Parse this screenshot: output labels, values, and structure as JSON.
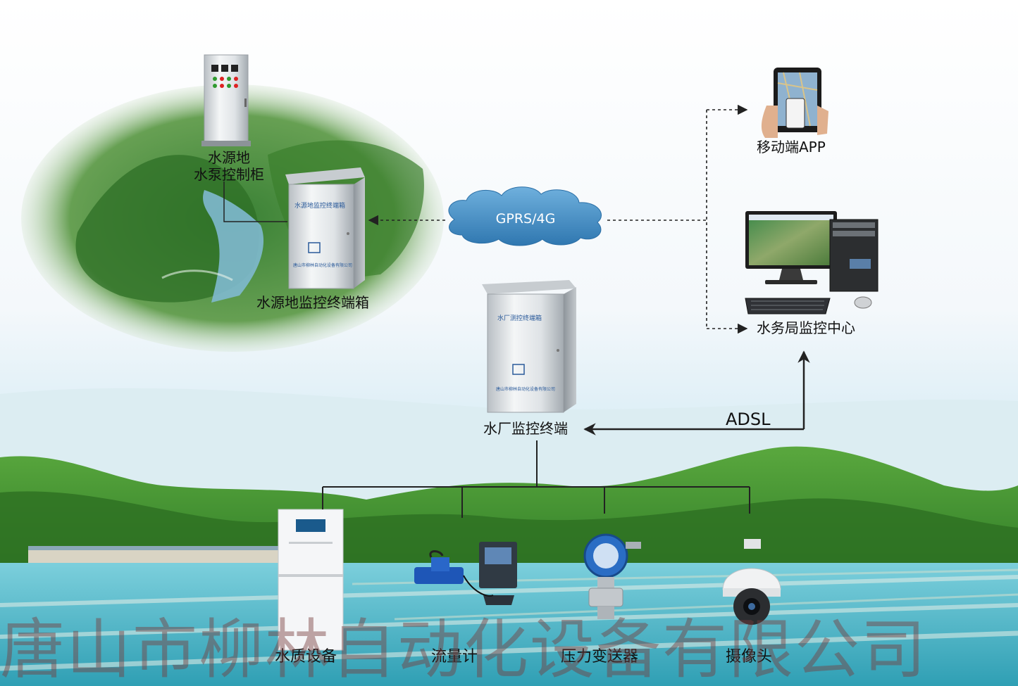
{
  "nodes": {
    "pump_cabinet": {
      "line1": "水源地",
      "line2": "水泵控制柜"
    },
    "source_terminal": {
      "label": "水源地监控终端箱",
      "panel_title": "水源地监控终端箱",
      "panel_company": "唐山市柳林自动化设备有限公司"
    },
    "network_cloud": {
      "label": "GPRS/4G"
    },
    "mobile_app": {
      "label": "移动端APP"
    },
    "monitor_center": {
      "label": "水务局监控中心"
    },
    "plant_terminal": {
      "label": "水厂监控终端",
      "panel_title": "水厂测控终端箱",
      "panel_company": "唐山市柳林自动化设备有限公司"
    },
    "adsl": {
      "label": "ADSL"
    }
  },
  "devices": [
    {
      "label": "水质设备"
    },
    {
      "label": "流量计"
    },
    {
      "label": "压力变送器"
    },
    {
      "label": "摄像头"
    }
  ],
  "watermark": "唐山市柳林自动化设备有限公司",
  "colors": {
    "cloud": "#4d93c8",
    "line": "#222222",
    "sky": "#dceef6",
    "hill": "#3f8f2e",
    "water": "#4fb7c7"
  }
}
